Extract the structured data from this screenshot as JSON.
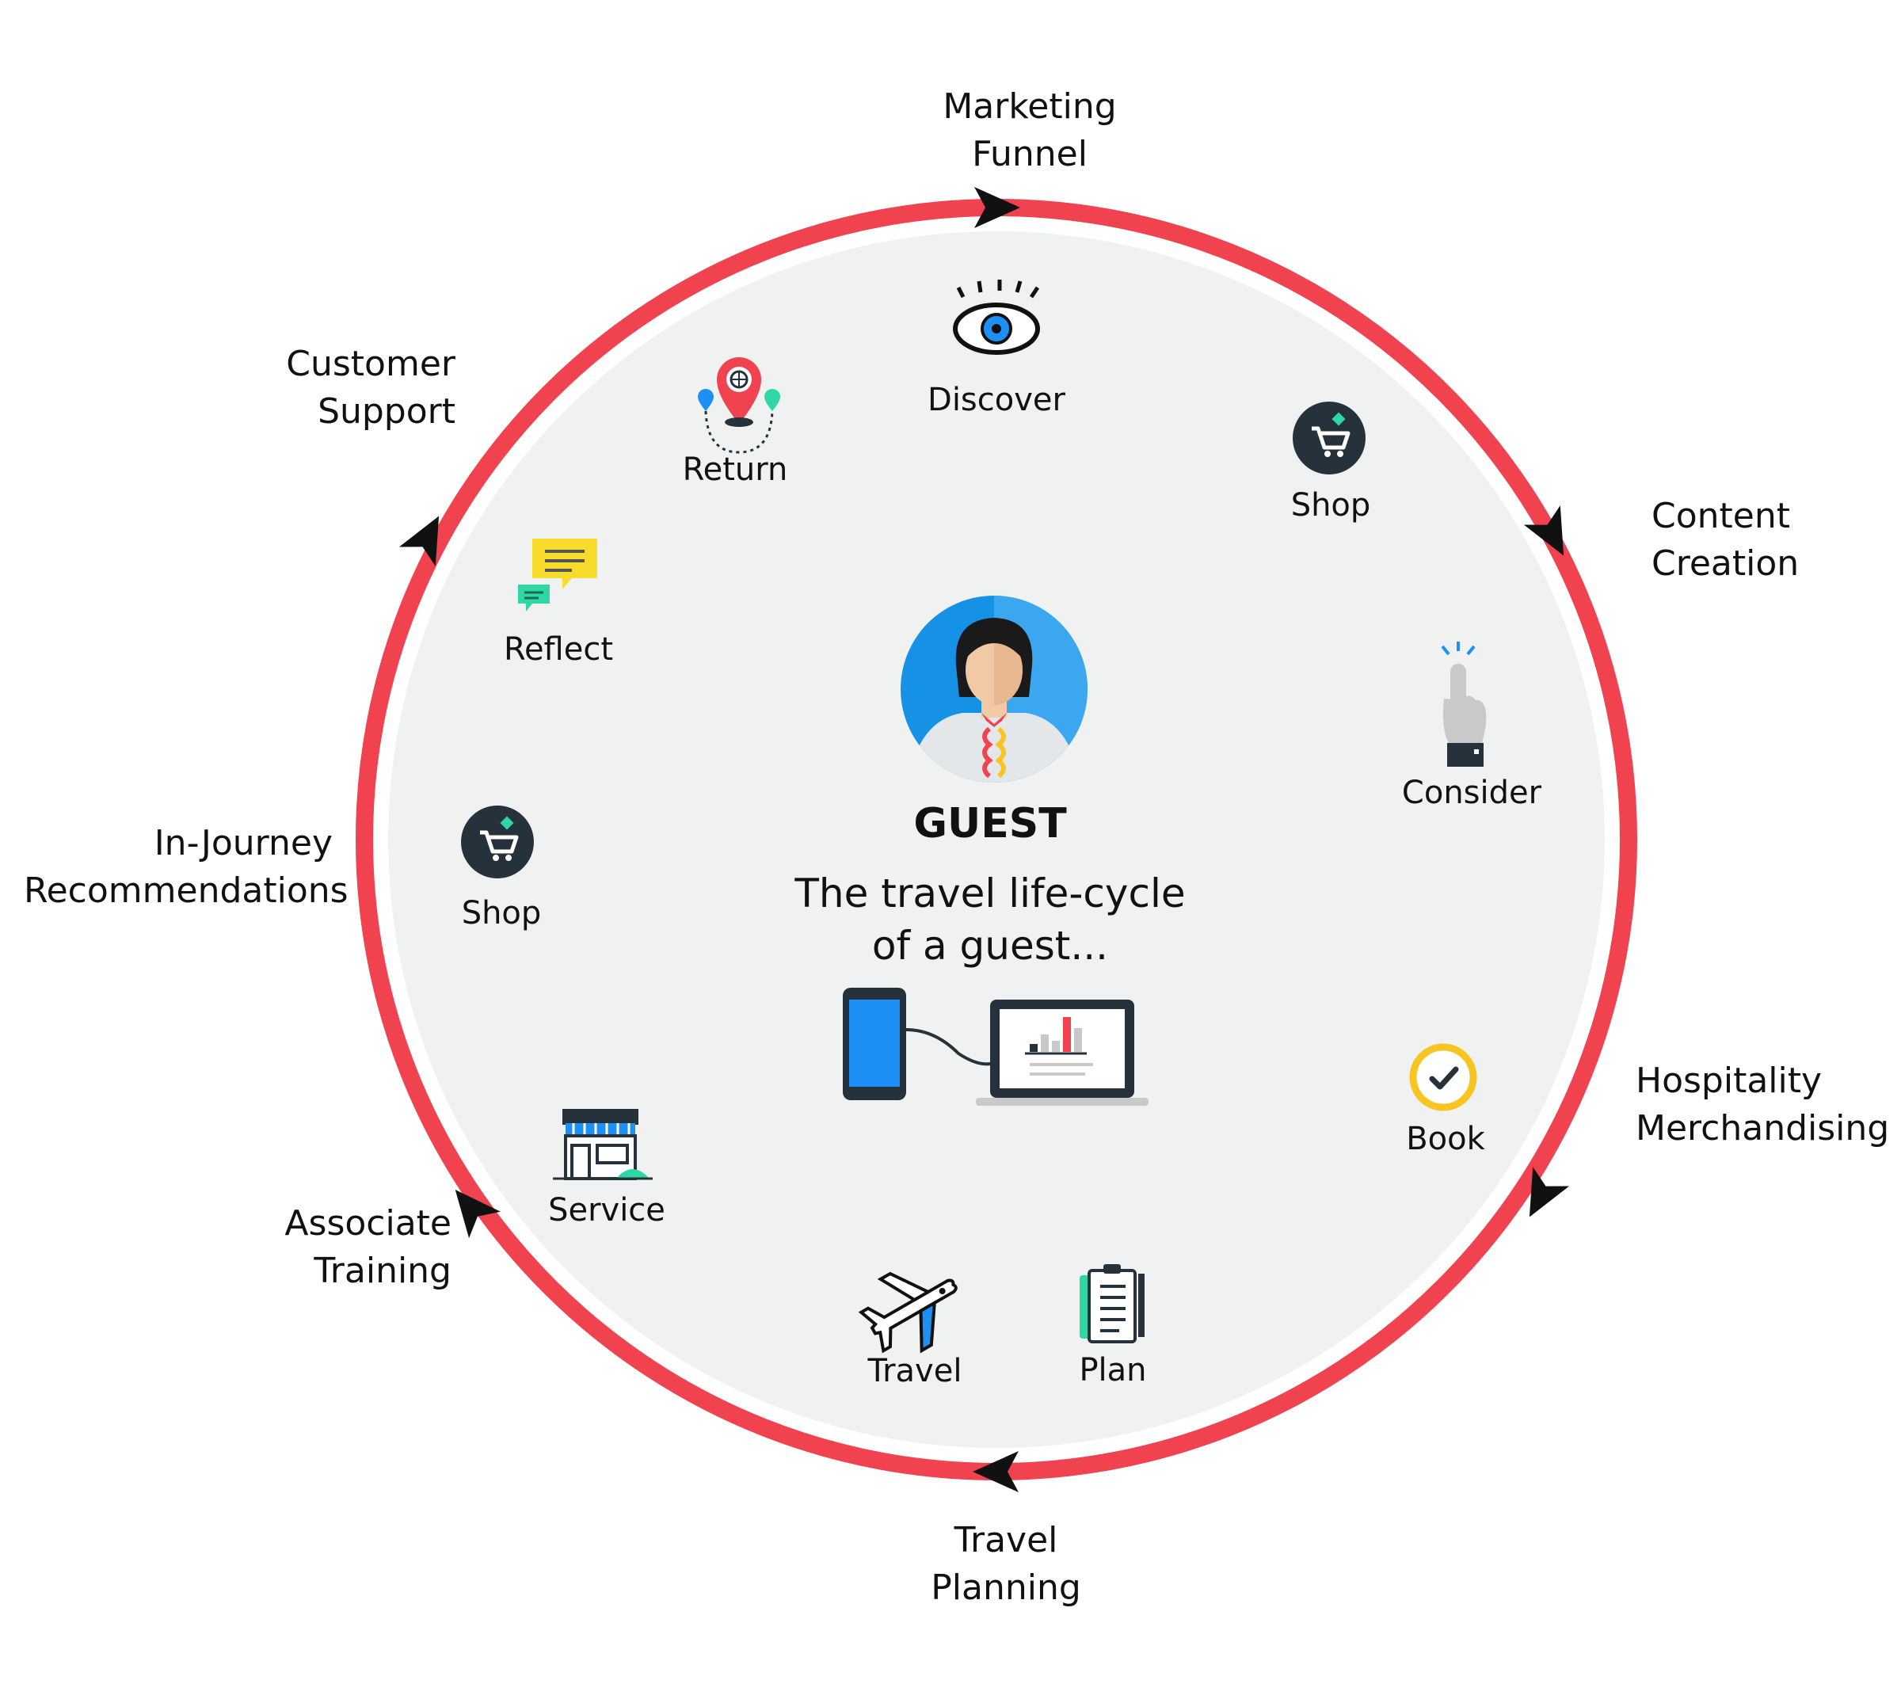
{
  "outer_labels": {
    "marketing_funnel": [
      "Marketing",
      "Funnel"
    ],
    "content_creation": [
      "Content",
      "Creation"
    ],
    "hospitality_merchandising": [
      "Hospitality",
      "Merchandising"
    ],
    "travel_planning": [
      "Travel",
      "Planning"
    ],
    "associate_training": [
      "Associate",
      "Training"
    ],
    "in_journey_recommendations": [
      "In-Journey",
      "Recommendations"
    ],
    "customer_support": [
      "Customer",
      "Support"
    ]
  },
  "stages": {
    "discover": "Discover",
    "shop_right": "Shop",
    "consider": "Consider",
    "book": "Book",
    "plan": "Plan",
    "travel": "Travel",
    "service": "Service",
    "shop_left": "Shop",
    "reflect": "Reflect",
    "return": "Return"
  },
  "center": {
    "title": "GUEST",
    "subtitle": [
      "The travel life-cycle",
      "of a guest..."
    ]
  },
  "icons": {
    "discover": "eye-icon",
    "shop": "shopping-cart-icon",
    "consider": "pointing-hand-icon",
    "book": "checkmark-circle-icon",
    "plan": "clipboard-icon",
    "travel": "airplane-icon",
    "service": "storefront-icon",
    "reflect": "chat-bubbles-icon",
    "return": "map-pin-route-icon",
    "guest": "guest-avatar-icon",
    "devices": "phone-laptop-icon"
  },
  "colors": {
    "ring": "#f0434f",
    "inner_fill": "#f0f1f1",
    "arrow": "#111111",
    "avatar_blue": "#1592e6",
    "shop_dark": "#26323b",
    "accent_green": "#2fd6a6",
    "book_yellow": "#f7c424",
    "phone_blue": "#1e8ff5"
  }
}
